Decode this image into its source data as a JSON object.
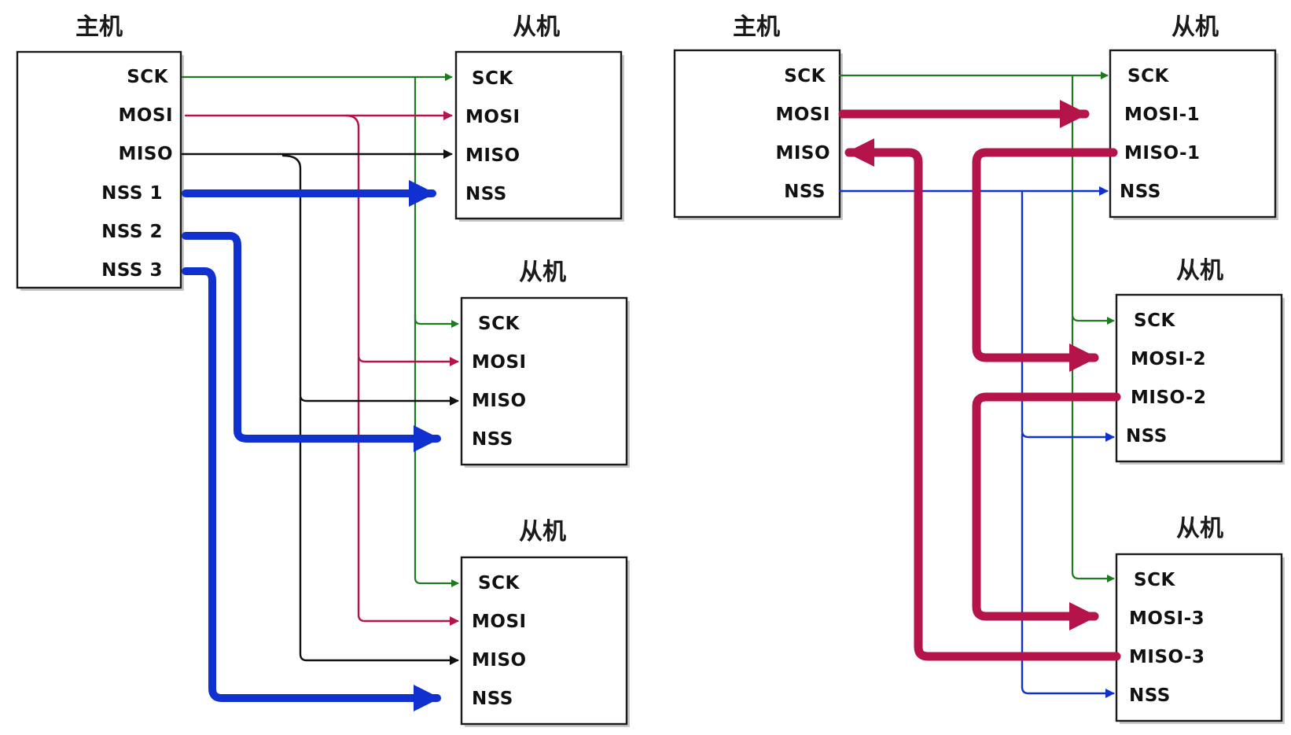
{
  "diagram": {
    "left": {
      "master": {
        "title": "主机",
        "pins": {
          "sck": "SCK",
          "mosi": "MOSI",
          "miso": "MISO",
          "nss1": "NSS 1",
          "nss2": "NSS 2",
          "nss3": "NSS 3"
        }
      },
      "slaves": [
        {
          "title": "从机",
          "pins": {
            "sck": "SCK",
            "mosi": "MOSI",
            "miso": "MISO",
            "nss": "NSS"
          }
        },
        {
          "title": "从机",
          "pins": {
            "sck": "SCK",
            "mosi": "MOSI",
            "miso": "MISO",
            "nss": "NSS"
          }
        },
        {
          "title": "从机",
          "pins": {
            "sck": "SCK",
            "mosi": "MOSI",
            "miso": "MISO",
            "nss": "NSS"
          }
        }
      ]
    },
    "right": {
      "master": {
        "title": "主机",
        "pins": {
          "sck": "SCK",
          "mosi": "MOSI",
          "miso": "MISO",
          "nss": "NSS"
        }
      },
      "slaves": [
        {
          "title": "从机",
          "pins": {
            "sck": "SCK",
            "mosi": "MOSI-1",
            "miso": "MISO-1",
            "nss": "NSS"
          }
        },
        {
          "title": "从机",
          "pins": {
            "sck": "SCK",
            "mosi": "MOSI-2",
            "miso": "MISO-2",
            "nss": "NSS"
          }
        },
        {
          "title": "从机",
          "pins": {
            "sck": "SCK",
            "mosi": "MOSI-3",
            "miso": "MISO-3",
            "nss": "NSS"
          }
        }
      ]
    },
    "colors": {
      "sck": "#1e7a1e",
      "mosi": "#b5144a",
      "miso": "#111111",
      "nss": "#1030d0"
    }
  }
}
